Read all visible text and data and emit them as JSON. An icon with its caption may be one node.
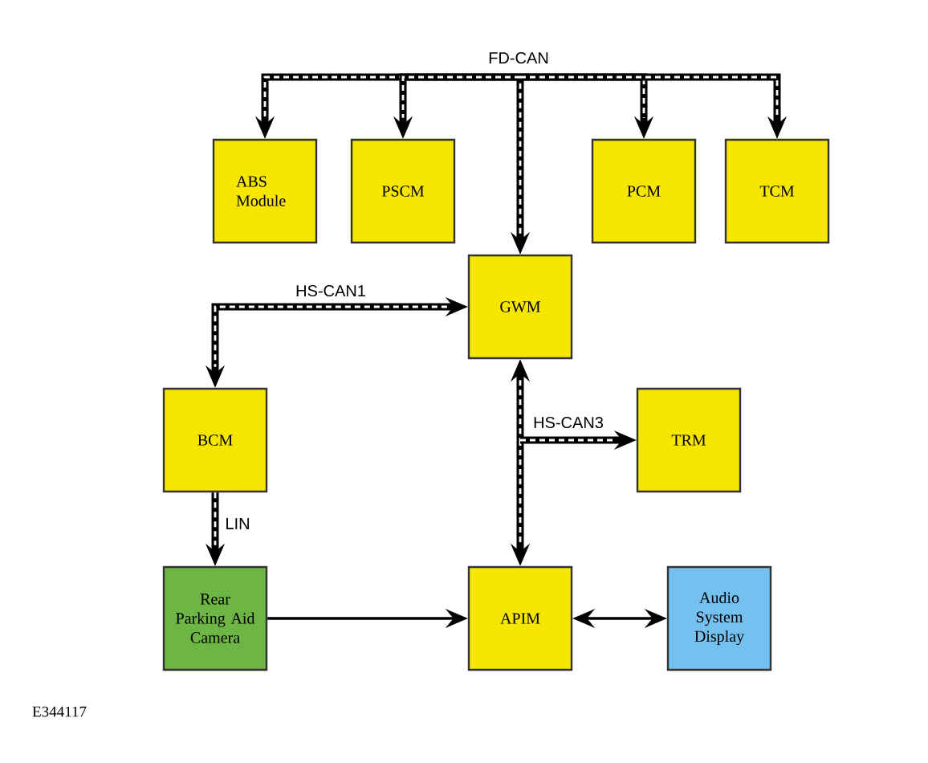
{
  "diagram": {
    "nodes": [
      {
        "text": [
          "ABS Module"
        ]
      },
      {
        "text": [
          "PSCM"
        ]
      },
      {
        "text": [
          "PCM"
        ]
      },
      {
        "text": [
          "TCM"
        ]
      },
      {
        "text": [
          "GWM"
        ]
      },
      {
        "text": [
          "BCM"
        ]
      },
      {
        "text": [
          "TRM"
        ]
      },
      {
        "text": [
          "Rear Parking Aid Camera"
        ]
      },
      {
        "text": [
          "APIM"
        ]
      },
      {
        "text": [
          "Audio System Display"
        ]
      }
    ],
    "edges": [
      {
        "from": 4,
        "to": 0,
        "arrow": "both"
      },
      {
        "from": 4,
        "to": 1,
        "arrow": "both"
      },
      {
        "from": 4,
        "to": 2,
        "arrow": "both"
      },
      {
        "from": 4,
        "to": 3,
        "arrow": "both"
      },
      {
        "from": 4,
        "to": 5,
        "arrow": "both",
        "label": "HS-CAN1"
      },
      {
        "from": 4,
        "to": 8,
        "arrow": "both"
      },
      {
        "from": 4,
        "to": 6,
        "arrow": "both",
        "label": "HS-CAN3"
      },
      {
        "from": 5,
        "to": 7,
        "arrow": "to",
        "label": "LIN"
      },
      {
        "from": 7,
        "to": 8,
        "arrow": "to"
      },
      {
        "from": 8,
        "to": 9,
        "arrow": "both"
      }
    ],
    "labels": [
      "FD-CAN",
      "E344117"
    ]
  }
}
